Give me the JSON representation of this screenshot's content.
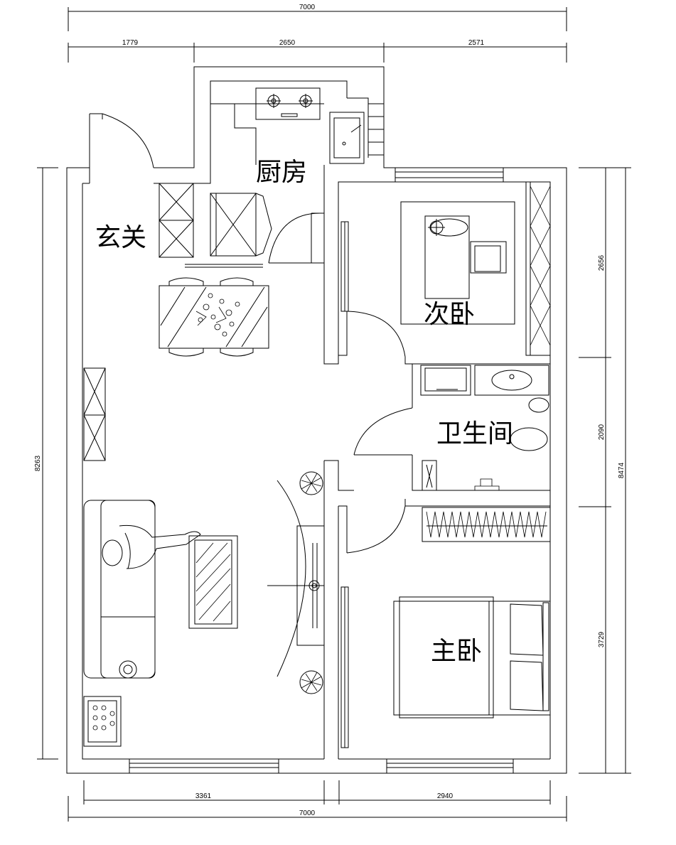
{
  "rooms": {
    "entrance": "玄关",
    "kitchen": "厨房",
    "second_bedroom": "次卧",
    "bathroom": "卫生间",
    "master_bedroom": "主卧"
  },
  "dimensions": {
    "top_total": "7000",
    "top_segments": [
      "1779",
      "2650",
      "2571"
    ],
    "bottom_segments": [
      "3361",
      "2940"
    ],
    "bottom_total": "7000",
    "left_total": "8263",
    "right_segments": [
      "2656",
      "2090",
      "3729"
    ],
    "right_total": "8474"
  }
}
